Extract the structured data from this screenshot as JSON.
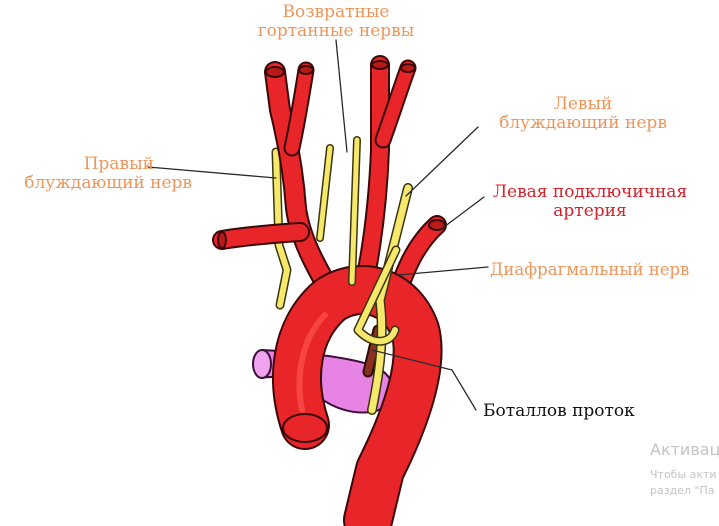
{
  "labels": {
    "recurrent_nerves": [
      "Возвратные",
      "гортанные нервы"
    ],
    "left_vagus": [
      "Левый",
      "блуждающий нерв"
    ],
    "right_vagus": [
      "Правый",
      "блуждающий нерв"
    ],
    "left_subclavian": [
      "Левая подключичная",
      "артерия"
    ],
    "phrenic_nerve": "Диафрагмальный нерв",
    "ductus_arteriosus": "Боталлов проток"
  },
  "watermark": {
    "line1": "Активац",
    "line2": "Чтобы акти",
    "line3": "раздел \"Па"
  },
  "colors": {
    "artery": "#e8262a",
    "artery_outline": "#7a0d0d",
    "nerve": "#f5e86a",
    "pulmonary": "#e883e6",
    "duct": "#8a3020",
    "label_orange": "#f0955a",
    "label_red": "#d8202a"
  }
}
